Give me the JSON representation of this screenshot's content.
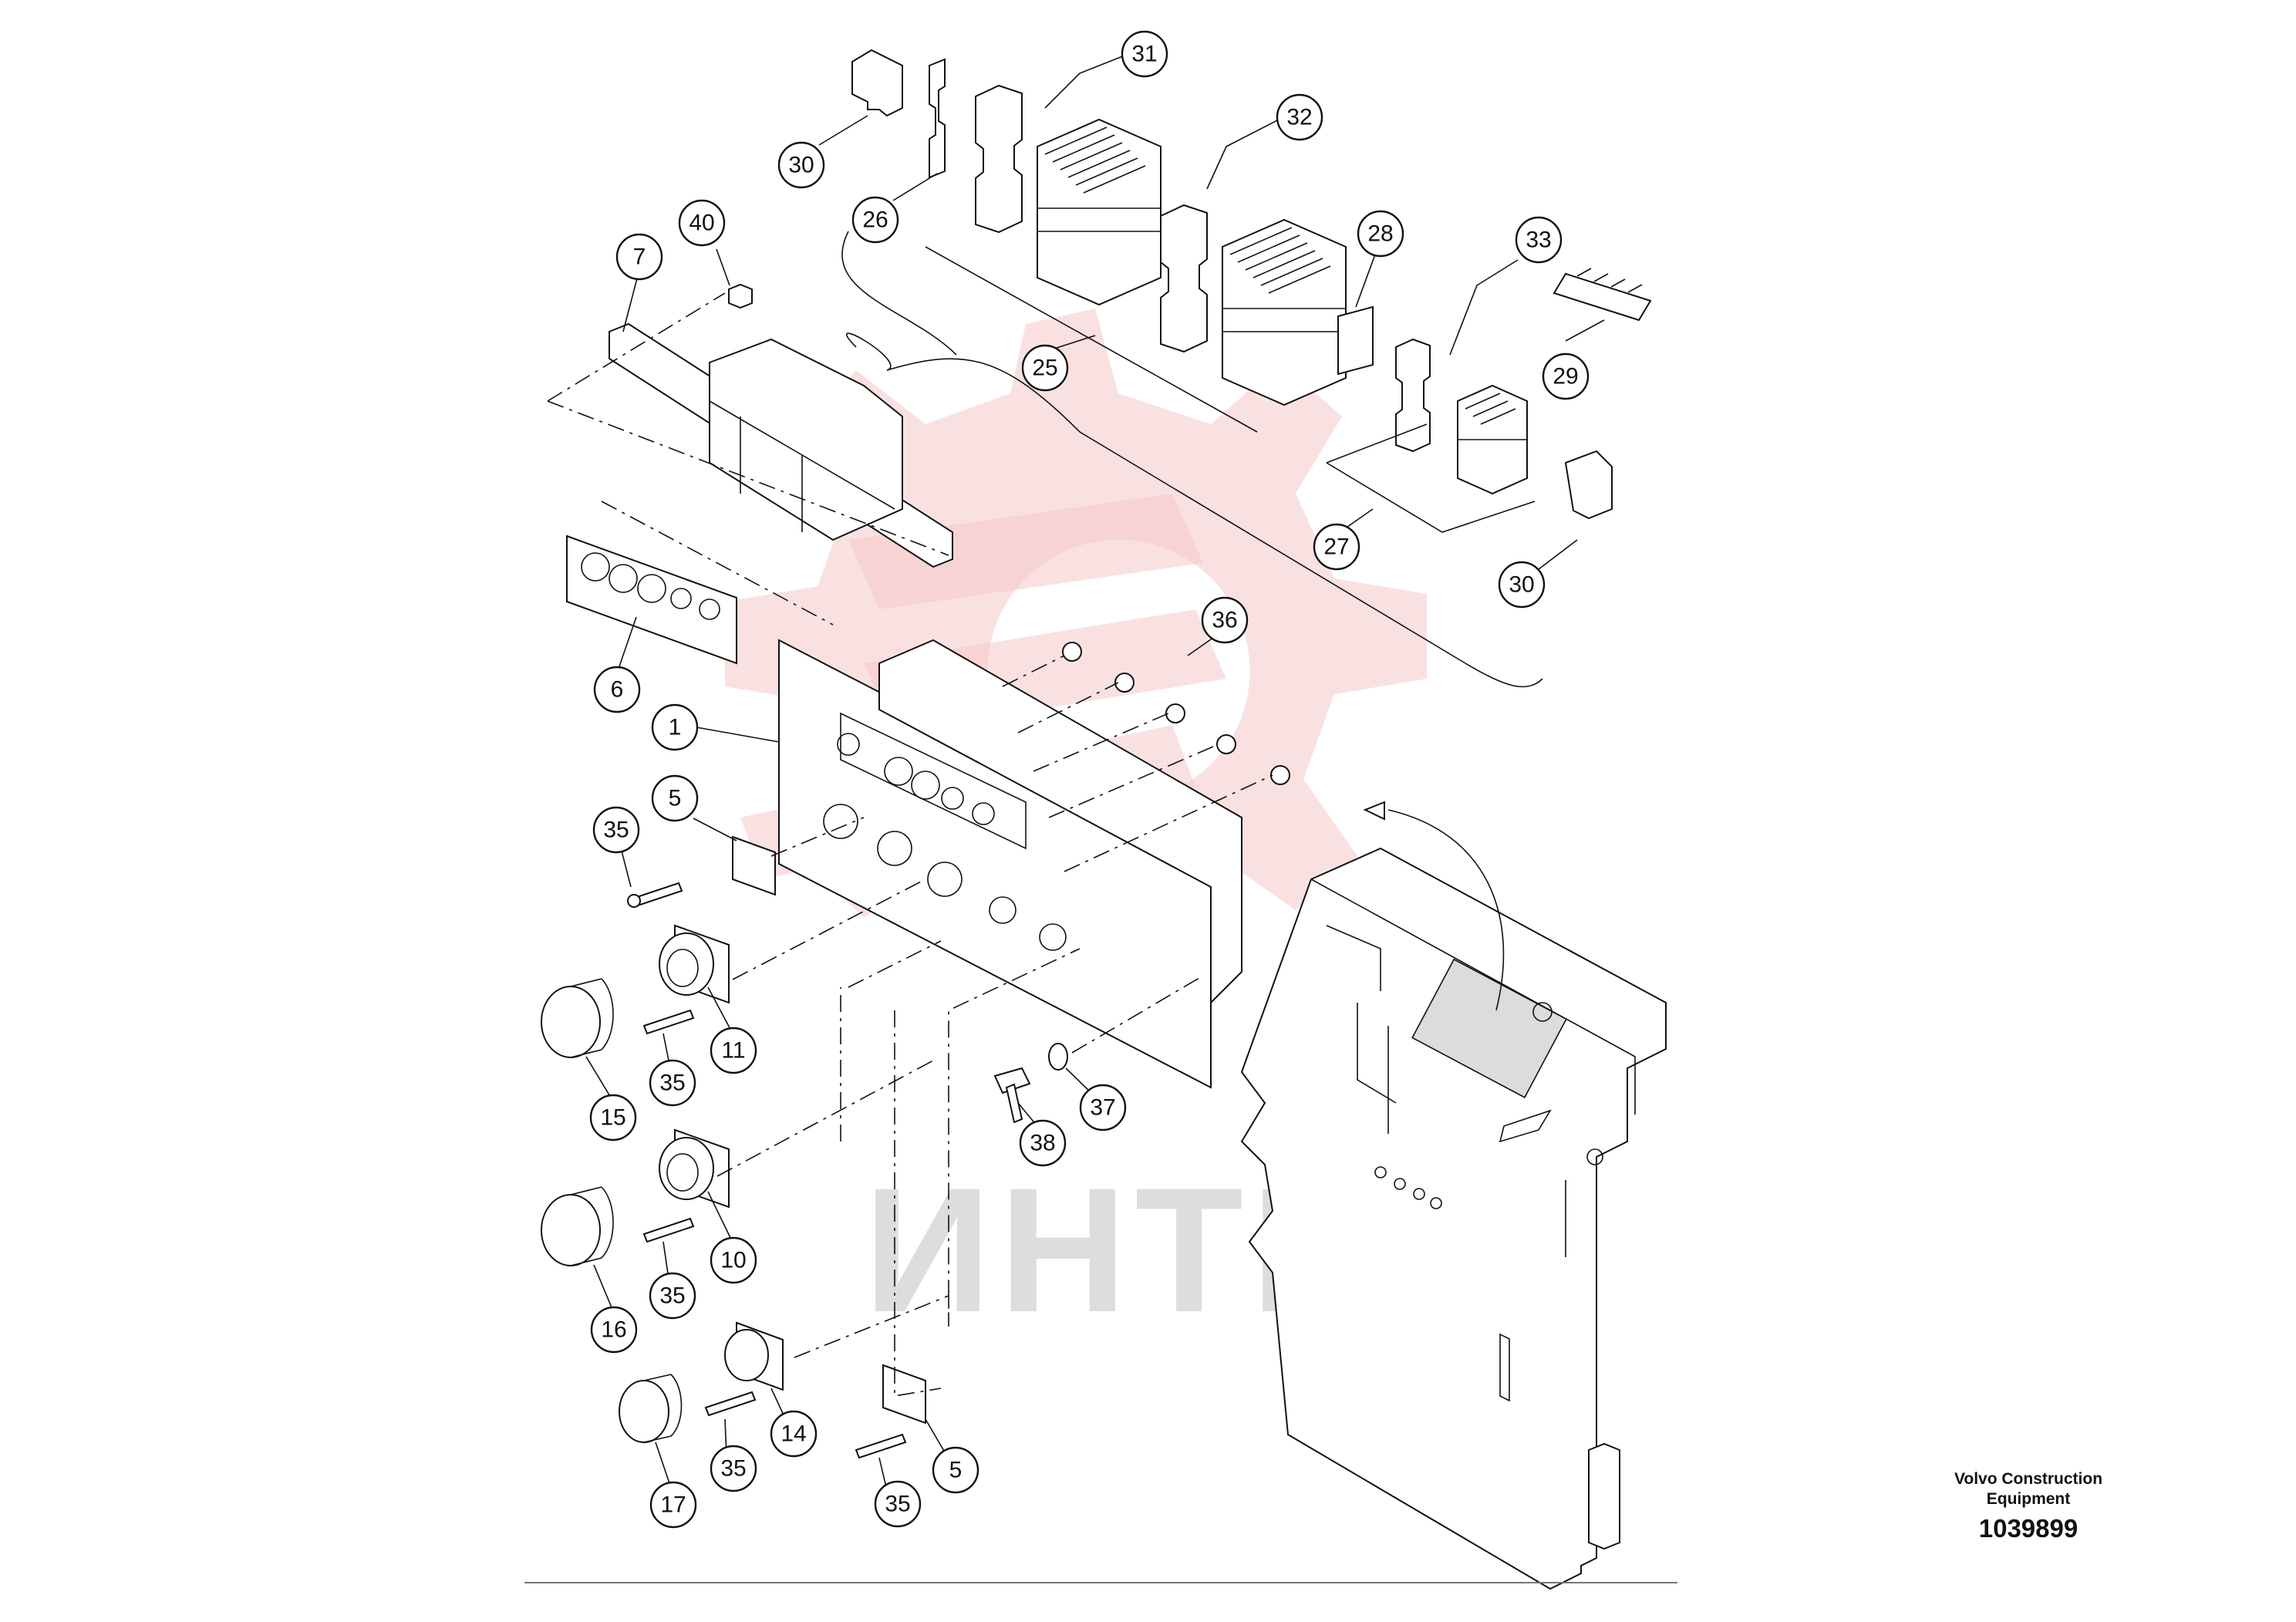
{
  "watermark": {
    "text": "ИНТЕХ",
    "color": "#f08080"
  },
  "footer": {
    "company_line1": "Volvo Construction",
    "company_line2": "Equipment",
    "drawing_number": "1039899"
  },
  "callouts": [
    {
      "id": "c30a",
      "label": "30"
    },
    {
      "id": "c26",
      "label": "26"
    },
    {
      "id": "c31",
      "label": "31"
    },
    {
      "id": "c32",
      "label": "32"
    },
    {
      "id": "c28",
      "label": "28"
    },
    {
      "id": "c33",
      "label": "33"
    },
    {
      "id": "c29",
      "label": "29"
    },
    {
      "id": "c25",
      "label": "25"
    },
    {
      "id": "c27",
      "label": "27"
    },
    {
      "id": "c30b",
      "label": "30"
    },
    {
      "id": "c40",
      "label": "40"
    },
    {
      "id": "c7",
      "label": "7"
    },
    {
      "id": "c6",
      "label": "6"
    },
    {
      "id": "c36",
      "label": "36"
    },
    {
      "id": "c1",
      "label": "1"
    },
    {
      "id": "c5a",
      "label": "5"
    },
    {
      "id": "c35a",
      "label": "35"
    },
    {
      "id": "c11",
      "label": "11"
    },
    {
      "id": "c35b",
      "label": "35"
    },
    {
      "id": "c15",
      "label": "15"
    },
    {
      "id": "c37",
      "label": "37"
    },
    {
      "id": "c38",
      "label": "38"
    },
    {
      "id": "c10",
      "label": "10"
    },
    {
      "id": "c35c",
      "label": "35"
    },
    {
      "id": "c16",
      "label": "16"
    },
    {
      "id": "c14",
      "label": "14"
    },
    {
      "id": "c35d",
      "label": "35"
    },
    {
      "id": "c17",
      "label": "17"
    },
    {
      "id": "c5b",
      "label": "5"
    },
    {
      "id": "c35e",
      "label": "35"
    }
  ]
}
